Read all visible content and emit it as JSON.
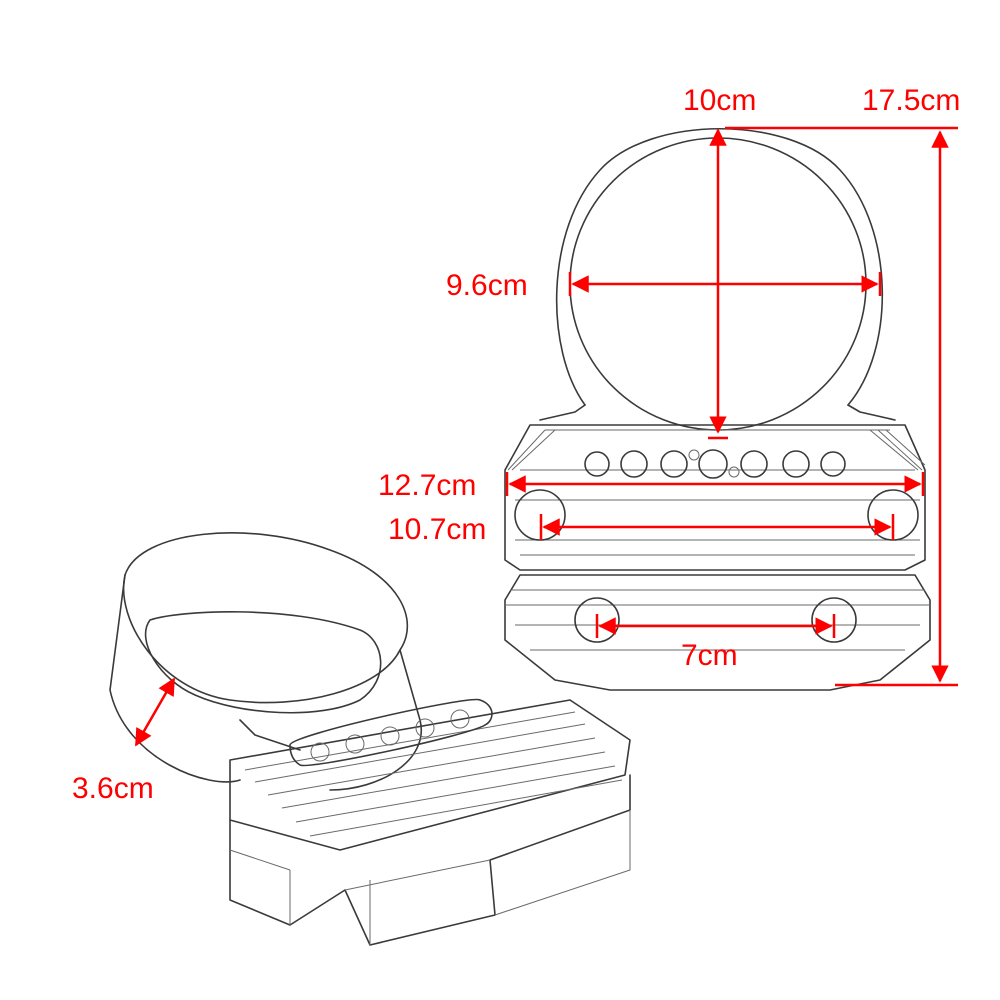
{
  "dimensions": {
    "top_width": "10cm",
    "total_height": "17.5cm",
    "inner_diameter": "9.6cm",
    "base_width": "12.7cm",
    "hole_spacing_upper": "10.7cm",
    "hole_spacing_lower": "7cm",
    "ring_depth": "3.6cm"
  },
  "colors": {
    "dimension": "#ff0000",
    "line_art": "#3a3a3a",
    "background": "#ffffff"
  }
}
